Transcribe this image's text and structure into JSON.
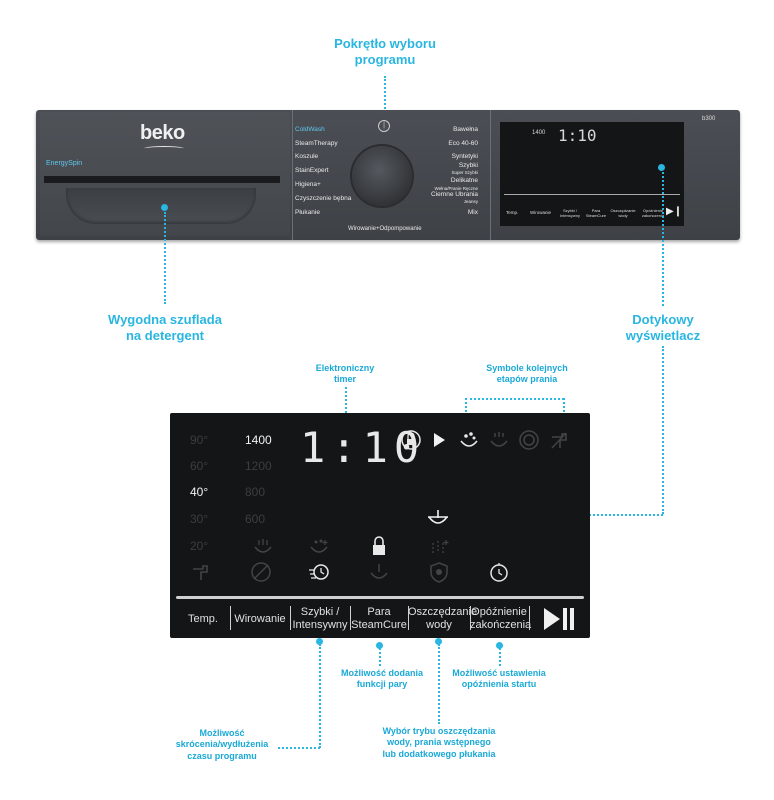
{
  "colors": {
    "accent": "#29b6e0",
    "panel": "#45494e",
    "display": "#141516"
  },
  "callouts": {
    "knob": [
      "Pokrętło wyboru",
      "programu"
    ],
    "drawer": [
      "Wygodna szuflada",
      "na detergent"
    ],
    "display": [
      "Dotykowy",
      "wyświetlacz"
    ],
    "timer": [
      "Elektroniczny",
      "timer"
    ],
    "symbols": [
      "Symbole kolejnych",
      "etapów prania"
    ],
    "steam": [
      "Możliwość dodania",
      "funkcji pary"
    ],
    "delay": [
      "Możliwość ustawienia",
      "opóźnienia startu"
    ],
    "speed": [
      "Możliwość",
      "skrócenia/wydłużenia",
      "czasu programu"
    ],
    "water": [
      "Wybór trybu oszczędzania",
      "wody, prania wstępnego",
      "lub dodatkowego płukania"
    ]
  },
  "panel": {
    "brand": "beko",
    "energy": "EnergySpin",
    "model": "b300",
    "left_programs": [
      "ColdWash",
      "SteamTherapy",
      "Koszule",
      "StainExpert",
      "Higiena+",
      "Czyszczenie bębna",
      "Płukanie"
    ],
    "right_programs": [
      "Bawełna",
      "Eco 40-60",
      "Syntetyki",
      "Szybki",
      "Super Szybki",
      "Delikatne",
      "Wełna/Pranie Ręczne",
      "Ciemne Ubrania",
      "Jeansy",
      "Mix"
    ],
    "bottom_label": "Wirowanie+Odpompowanie",
    "mini_time": "1:10",
    "mini_speed": "1400",
    "mini_buttons": [
      "Temp.",
      "Wirowanie",
      "Szybki / Intensywny",
      "Para SteamCure",
      "Oszczędzanie wody",
      "Opóźnienie zakończenia"
    ]
  },
  "display": {
    "temps": [
      "90°",
      "60°",
      "40°",
      "30°",
      "20°"
    ],
    "active_temp": "40°",
    "speeds": [
      "1400",
      "1200",
      "800",
      "600"
    ],
    "active_speed": "1400",
    "time": "1:10",
    "buttons": [
      {
        "line1": "Temp.",
        "line2": ""
      },
      {
        "line1": "Wirowanie",
        "line2": ""
      },
      {
        "line1": "Szybki /",
        "line2": "Intensywny"
      },
      {
        "line1": "Para",
        "line2": "SteamCure"
      },
      {
        "line1": "Oszczędzanie",
        "line2": "wody"
      },
      {
        "line1": "Opóźnienie",
        "line2": "zakończenia"
      }
    ],
    "icons": [
      "lock-icon",
      "play-icon",
      "prewash-icon",
      "wash-icon",
      "spin-icon",
      "tap-icon",
      "pot-icon",
      "child-lock-icon",
      "delay-icon"
    ]
  }
}
